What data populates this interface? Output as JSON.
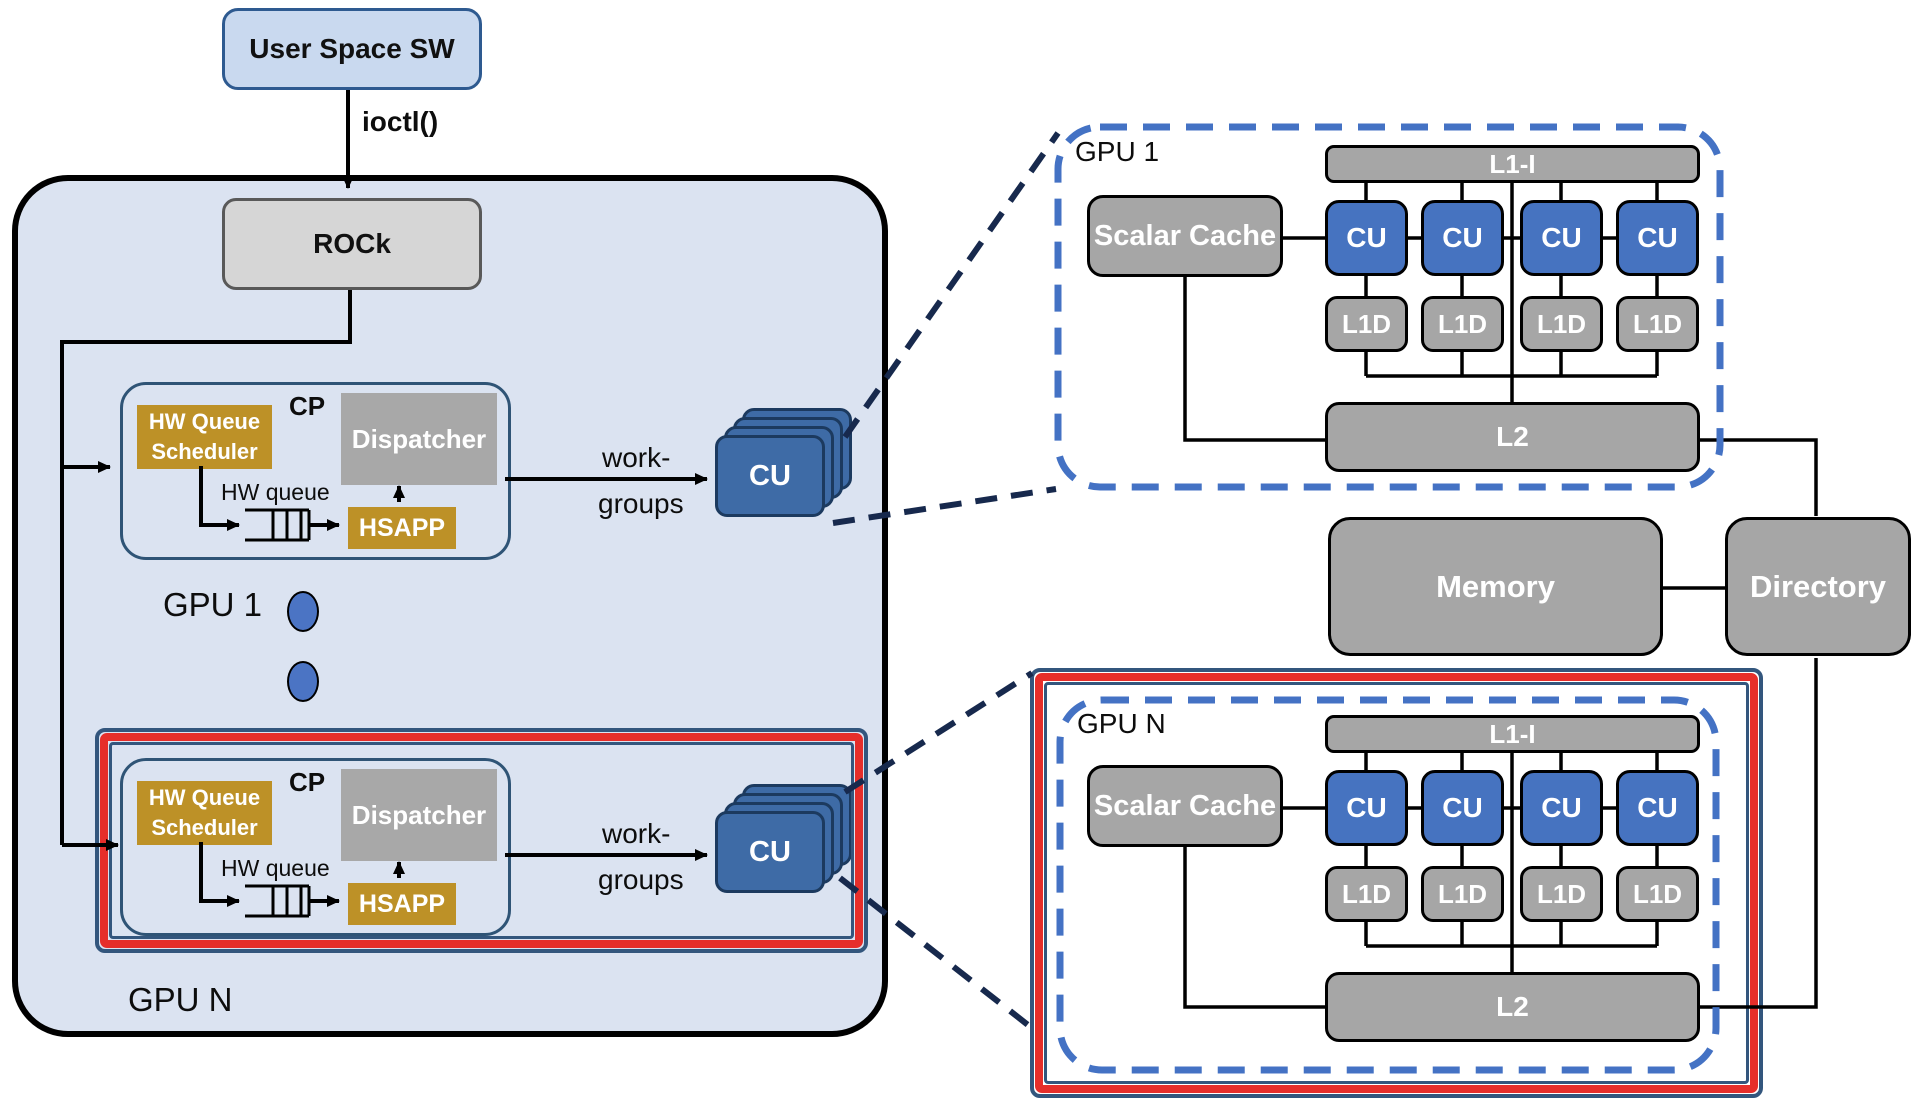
{
  "colors": {
    "container_bg": "#dbe3f1",
    "user_space_bg": "#c9d9ef",
    "blue_border": "#2e5a90",
    "gray_box": "#a6a6a6",
    "rock_gray": "#d6d6d6",
    "gold": "#bd9127",
    "cu_detail_blue": "#4673c0",
    "cu_stack_blue": "#3e6ba6",
    "dashed_border_blue": "#4472c4",
    "connector_navy": "#17294d",
    "highlight_red": "#e62e2a",
    "cp_border_navy": "#2f5476"
  },
  "top": {
    "user_space": "User Space SW",
    "ioctl": "ioctl()",
    "rock": "ROCk"
  },
  "cp": {
    "title": "CP",
    "scheduler": "HW Queue Scheduler",
    "dispatcher": "Dispatcher",
    "hw_queue_label": "HW queue",
    "hsapp": "HSAPP",
    "cu": "CU",
    "work_line1": "work-",
    "work_line2": "groups"
  },
  "left": {
    "gpu1_label": "GPU 1",
    "gpun_label": "GPU N"
  },
  "detail": {
    "gpu1_title": "GPU 1",
    "gpun_title": "GPU N",
    "scalar_cache": "Scalar Cache",
    "l1i": "L1-I",
    "cu": "CU",
    "l1d": "L1D",
    "l2": "L2"
  },
  "memory_label": "Memory",
  "directory_label": "Directory"
}
